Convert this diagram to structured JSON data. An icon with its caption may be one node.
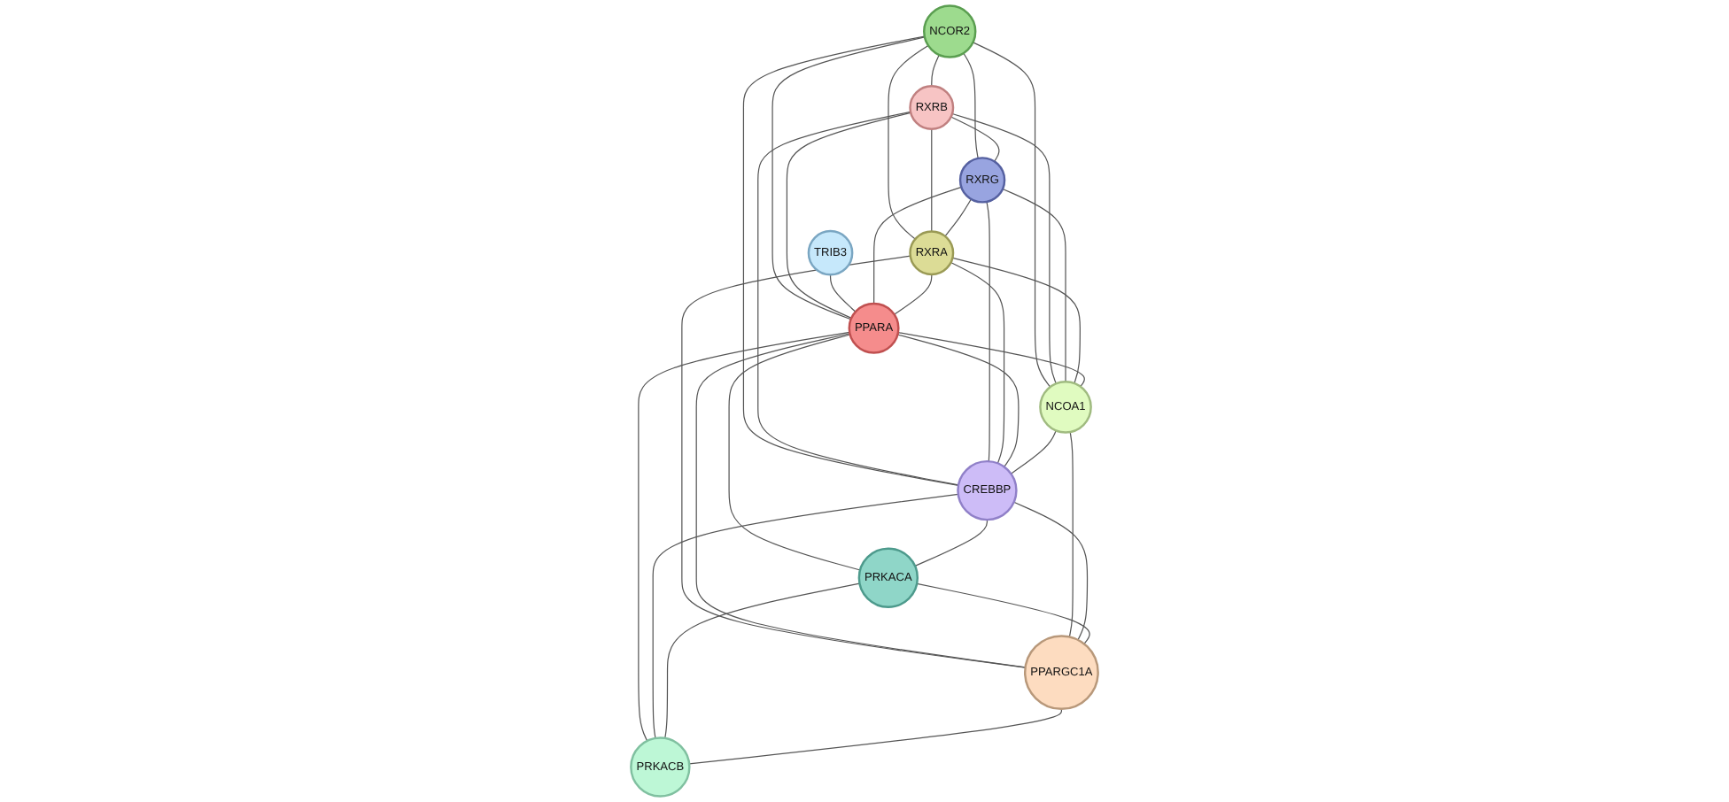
{
  "diagram": {
    "nodes": [
      {
        "text": [
          "NCOR2"
        ]
      },
      {
        "text": [
          "RXRB"
        ]
      },
      {
        "text": [
          "TRIB3"
        ]
      },
      {
        "text": [
          "RXRG"
        ]
      },
      {
        "text": [
          "RXRA"
        ]
      },
      {
        "text": [
          "PPARA"
        ]
      },
      {
        "text": [
          "NCOA1"
        ]
      },
      {
        "text": [
          "CREBBP"
        ]
      },
      {
        "text": [
          "PRKACA"
        ]
      },
      {
        "text": [
          "PPARGC1A"
        ]
      },
      {
        "text": [
          "PRKACB"
        ]
      }
    ],
    "edges": [
      {
        "from": 0,
        "to": 1,
        "arrow": "none"
      },
      {
        "from": 0,
        "to": 3,
        "arrow": "none"
      },
      {
        "from": 0,
        "to": 4,
        "arrow": "none"
      },
      {
        "from": 0,
        "to": 5,
        "arrow": "none"
      },
      {
        "from": 0,
        "to": 6,
        "arrow": "none"
      },
      {
        "from": 0,
        "to": 7,
        "arrow": "none"
      },
      {
        "from": 1,
        "to": 3,
        "arrow": "none"
      },
      {
        "from": 1,
        "to": 4,
        "arrow": "none"
      },
      {
        "from": 1,
        "to": 5,
        "arrow": "none"
      },
      {
        "from": 1,
        "to": 6,
        "arrow": "none"
      },
      {
        "from": 1,
        "to": 7,
        "arrow": "none"
      },
      {
        "from": 2,
        "to": 5,
        "arrow": "none"
      },
      {
        "from": 3,
        "to": 4,
        "arrow": "none"
      },
      {
        "from": 3,
        "to": 5,
        "arrow": "none"
      },
      {
        "from": 3,
        "to": 6,
        "arrow": "none"
      },
      {
        "from": 3,
        "to": 7,
        "arrow": "none"
      },
      {
        "from": 4,
        "to": 5,
        "arrow": "none"
      },
      {
        "from": 4,
        "to": 6,
        "arrow": "none"
      },
      {
        "from": 4,
        "to": 7,
        "arrow": "none"
      },
      {
        "from": 4,
        "to": 9,
        "arrow": "none"
      },
      {
        "from": 5,
        "to": 6,
        "arrow": "none"
      },
      {
        "from": 5,
        "to": 7,
        "arrow": "none"
      },
      {
        "from": 5,
        "to": 8,
        "arrow": "none"
      },
      {
        "from": 5,
        "to": 9,
        "arrow": "none"
      },
      {
        "from": 5,
        "to": 10,
        "arrow": "none"
      },
      {
        "from": 6,
        "to": 7,
        "arrow": "none"
      },
      {
        "from": 6,
        "to": 9,
        "arrow": "none"
      },
      {
        "from": 7,
        "to": 8,
        "arrow": "none"
      },
      {
        "from": 7,
        "to": 9,
        "arrow": "none"
      },
      {
        "from": 7,
        "to": 10,
        "arrow": "none"
      },
      {
        "from": 8,
        "to": 9,
        "arrow": "none"
      },
      {
        "from": 8,
        "to": 10,
        "arrow": "none"
      },
      {
        "from": 9,
        "to": 10,
        "arrow": "none"
      }
    ]
  }
}
